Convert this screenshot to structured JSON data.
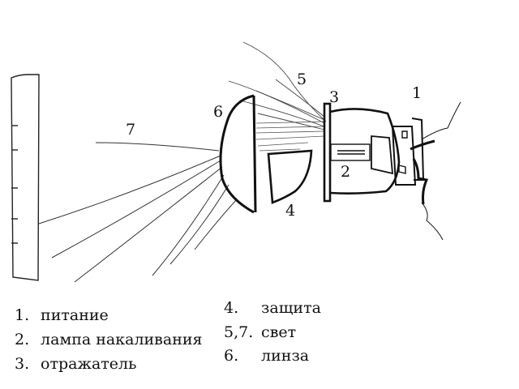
{
  "diagram": {
    "callouts": {
      "power": "1",
      "bulb": "2",
      "reflector": "3",
      "shield": "4",
      "light_top": "5",
      "lens": "6",
      "light_beam": "7"
    }
  },
  "legend": {
    "left": [
      {
        "num": "1.",
        "text": "питание"
      },
      {
        "num": "2.",
        "text": "лампа накаливания"
      },
      {
        "num": "3.",
        "text": "отражатель"
      }
    ],
    "right": [
      {
        "num": "4.",
        "text": "защита"
      },
      {
        "num": "5,7.",
        "text": "свет"
      },
      {
        "num": "6.",
        "text": "линза"
      }
    ]
  }
}
